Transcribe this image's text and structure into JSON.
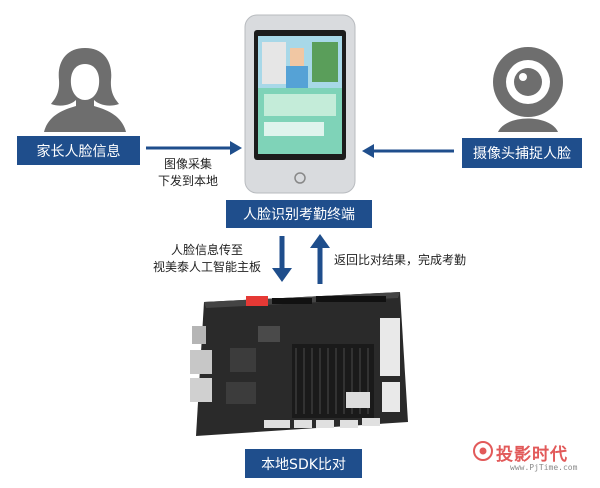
{
  "nodes": {
    "parent_info": "家长人脸信息",
    "camera_capture": "摄像头捕捉人脸",
    "terminal": "人脸识别考勤终端",
    "sdk_compare": "本地SDK比对"
  },
  "edges": {
    "upload_line1": "图像采集",
    "upload_line2": "下发到本地",
    "to_board_line1": "人脸信息传至",
    "to_board_line2": "视美泰人工智能主板",
    "return_result": "返回比对结果，完成考勤"
  },
  "watermark": {
    "brand": "投影时代",
    "url": "www.PjTime.com"
  },
  "colors": {
    "label_bg": "#1f4e8c",
    "arrow": "#1f4e8c",
    "icon_gray": "#6e6e6e"
  }
}
